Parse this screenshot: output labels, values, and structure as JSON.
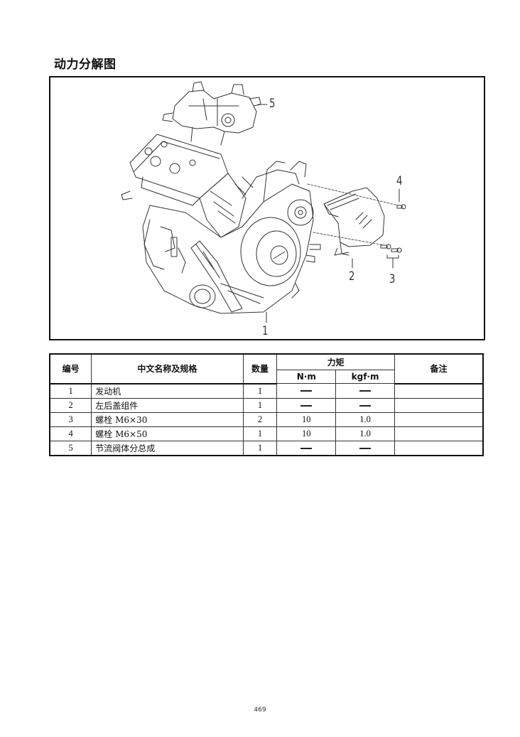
{
  "page": {
    "title": "动力分解图",
    "page_number": "469"
  },
  "figure": {
    "callouts": [
      {
        "id": "1",
        "label": "1"
      },
      {
        "id": "2",
        "label": "2"
      },
      {
        "id": "3",
        "label": "3"
      },
      {
        "id": "4",
        "label": "4"
      },
      {
        "id": "5",
        "label": "5"
      }
    ],
    "parts_depicted": [
      "engine",
      "left-rear-cover",
      "bolts-m6x30",
      "bolt-m6x50",
      "throttle-body"
    ]
  },
  "table": {
    "headers": {
      "number": "编号",
      "name": "中文名称及规格",
      "quantity": "数量",
      "torque": "力矩",
      "torque_nm": "N·m",
      "torque_kgfm": "kgf·m",
      "remarks": "备注"
    },
    "rows": [
      {
        "number": "1",
        "name": "发动机",
        "quantity": "1",
        "nm": "—",
        "kgfm": "—",
        "remarks": ""
      },
      {
        "number": "2",
        "name": "左后盖组件",
        "quantity": "1",
        "nm": "—",
        "kgfm": "—",
        "remarks": ""
      },
      {
        "number": "3",
        "name": "螺栓 M6×30",
        "quantity": "2",
        "nm": "10",
        "kgfm": "1.0",
        "remarks": ""
      },
      {
        "number": "4",
        "name": "螺栓 M6×50",
        "quantity": "1",
        "nm": "10",
        "kgfm": "1.0",
        "remarks": ""
      },
      {
        "number": "5",
        "name": "节流阀体分总成",
        "quantity": "1",
        "nm": "—",
        "kgfm": "—",
        "remarks": ""
      }
    ]
  }
}
